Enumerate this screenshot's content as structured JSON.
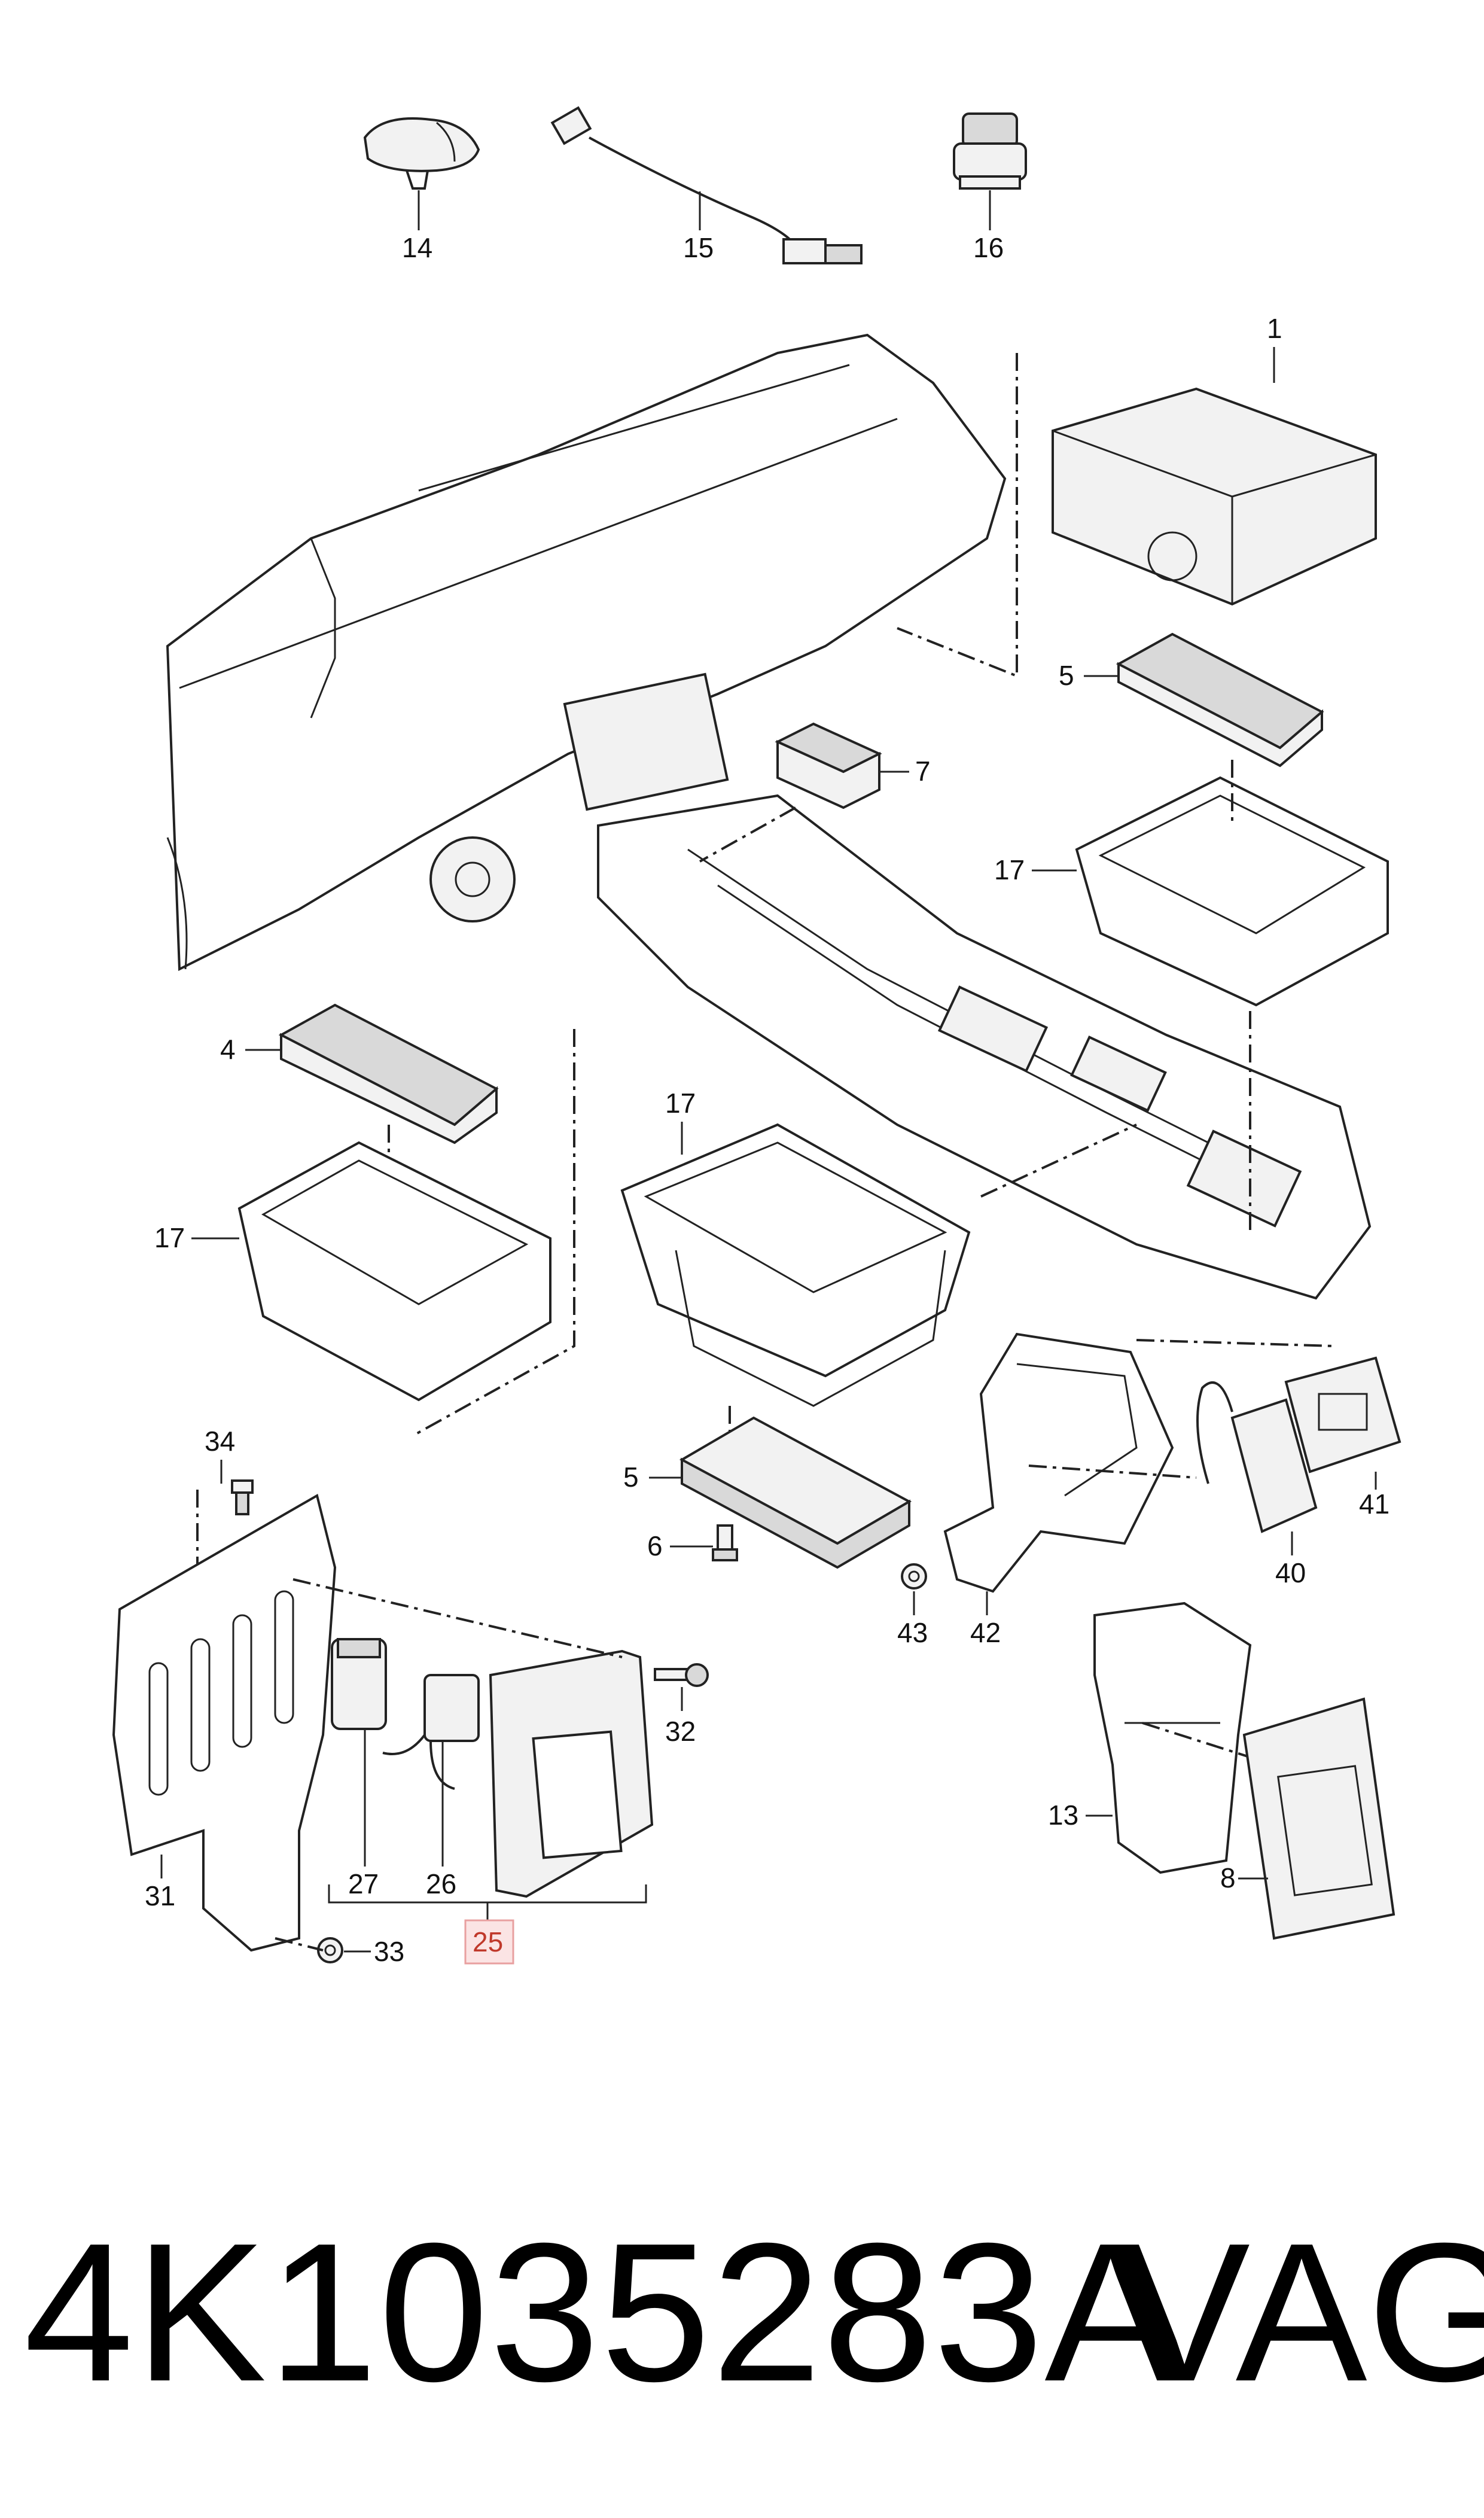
{
  "callouts": {
    "c14": "14",
    "c15": "15",
    "c16": "16",
    "c1": "1",
    "c5a": "5",
    "c7": "7",
    "c17a": "17",
    "c4": "4",
    "c17b": "17",
    "c17c": "17",
    "c5b": "5",
    "c6": "6",
    "c34": "34",
    "c31": "31",
    "c27": "27",
    "c26": "26",
    "c25": "25",
    "c33": "33",
    "c32": "32",
    "c42": "42",
    "c43": "43",
    "c40": "40",
    "c41": "41",
    "c13": "13",
    "c8": "8"
  },
  "caption": {
    "part_number": "4K1035283A",
    "brand": "VAG"
  },
  "highlight_color": "#e8a0a0"
}
